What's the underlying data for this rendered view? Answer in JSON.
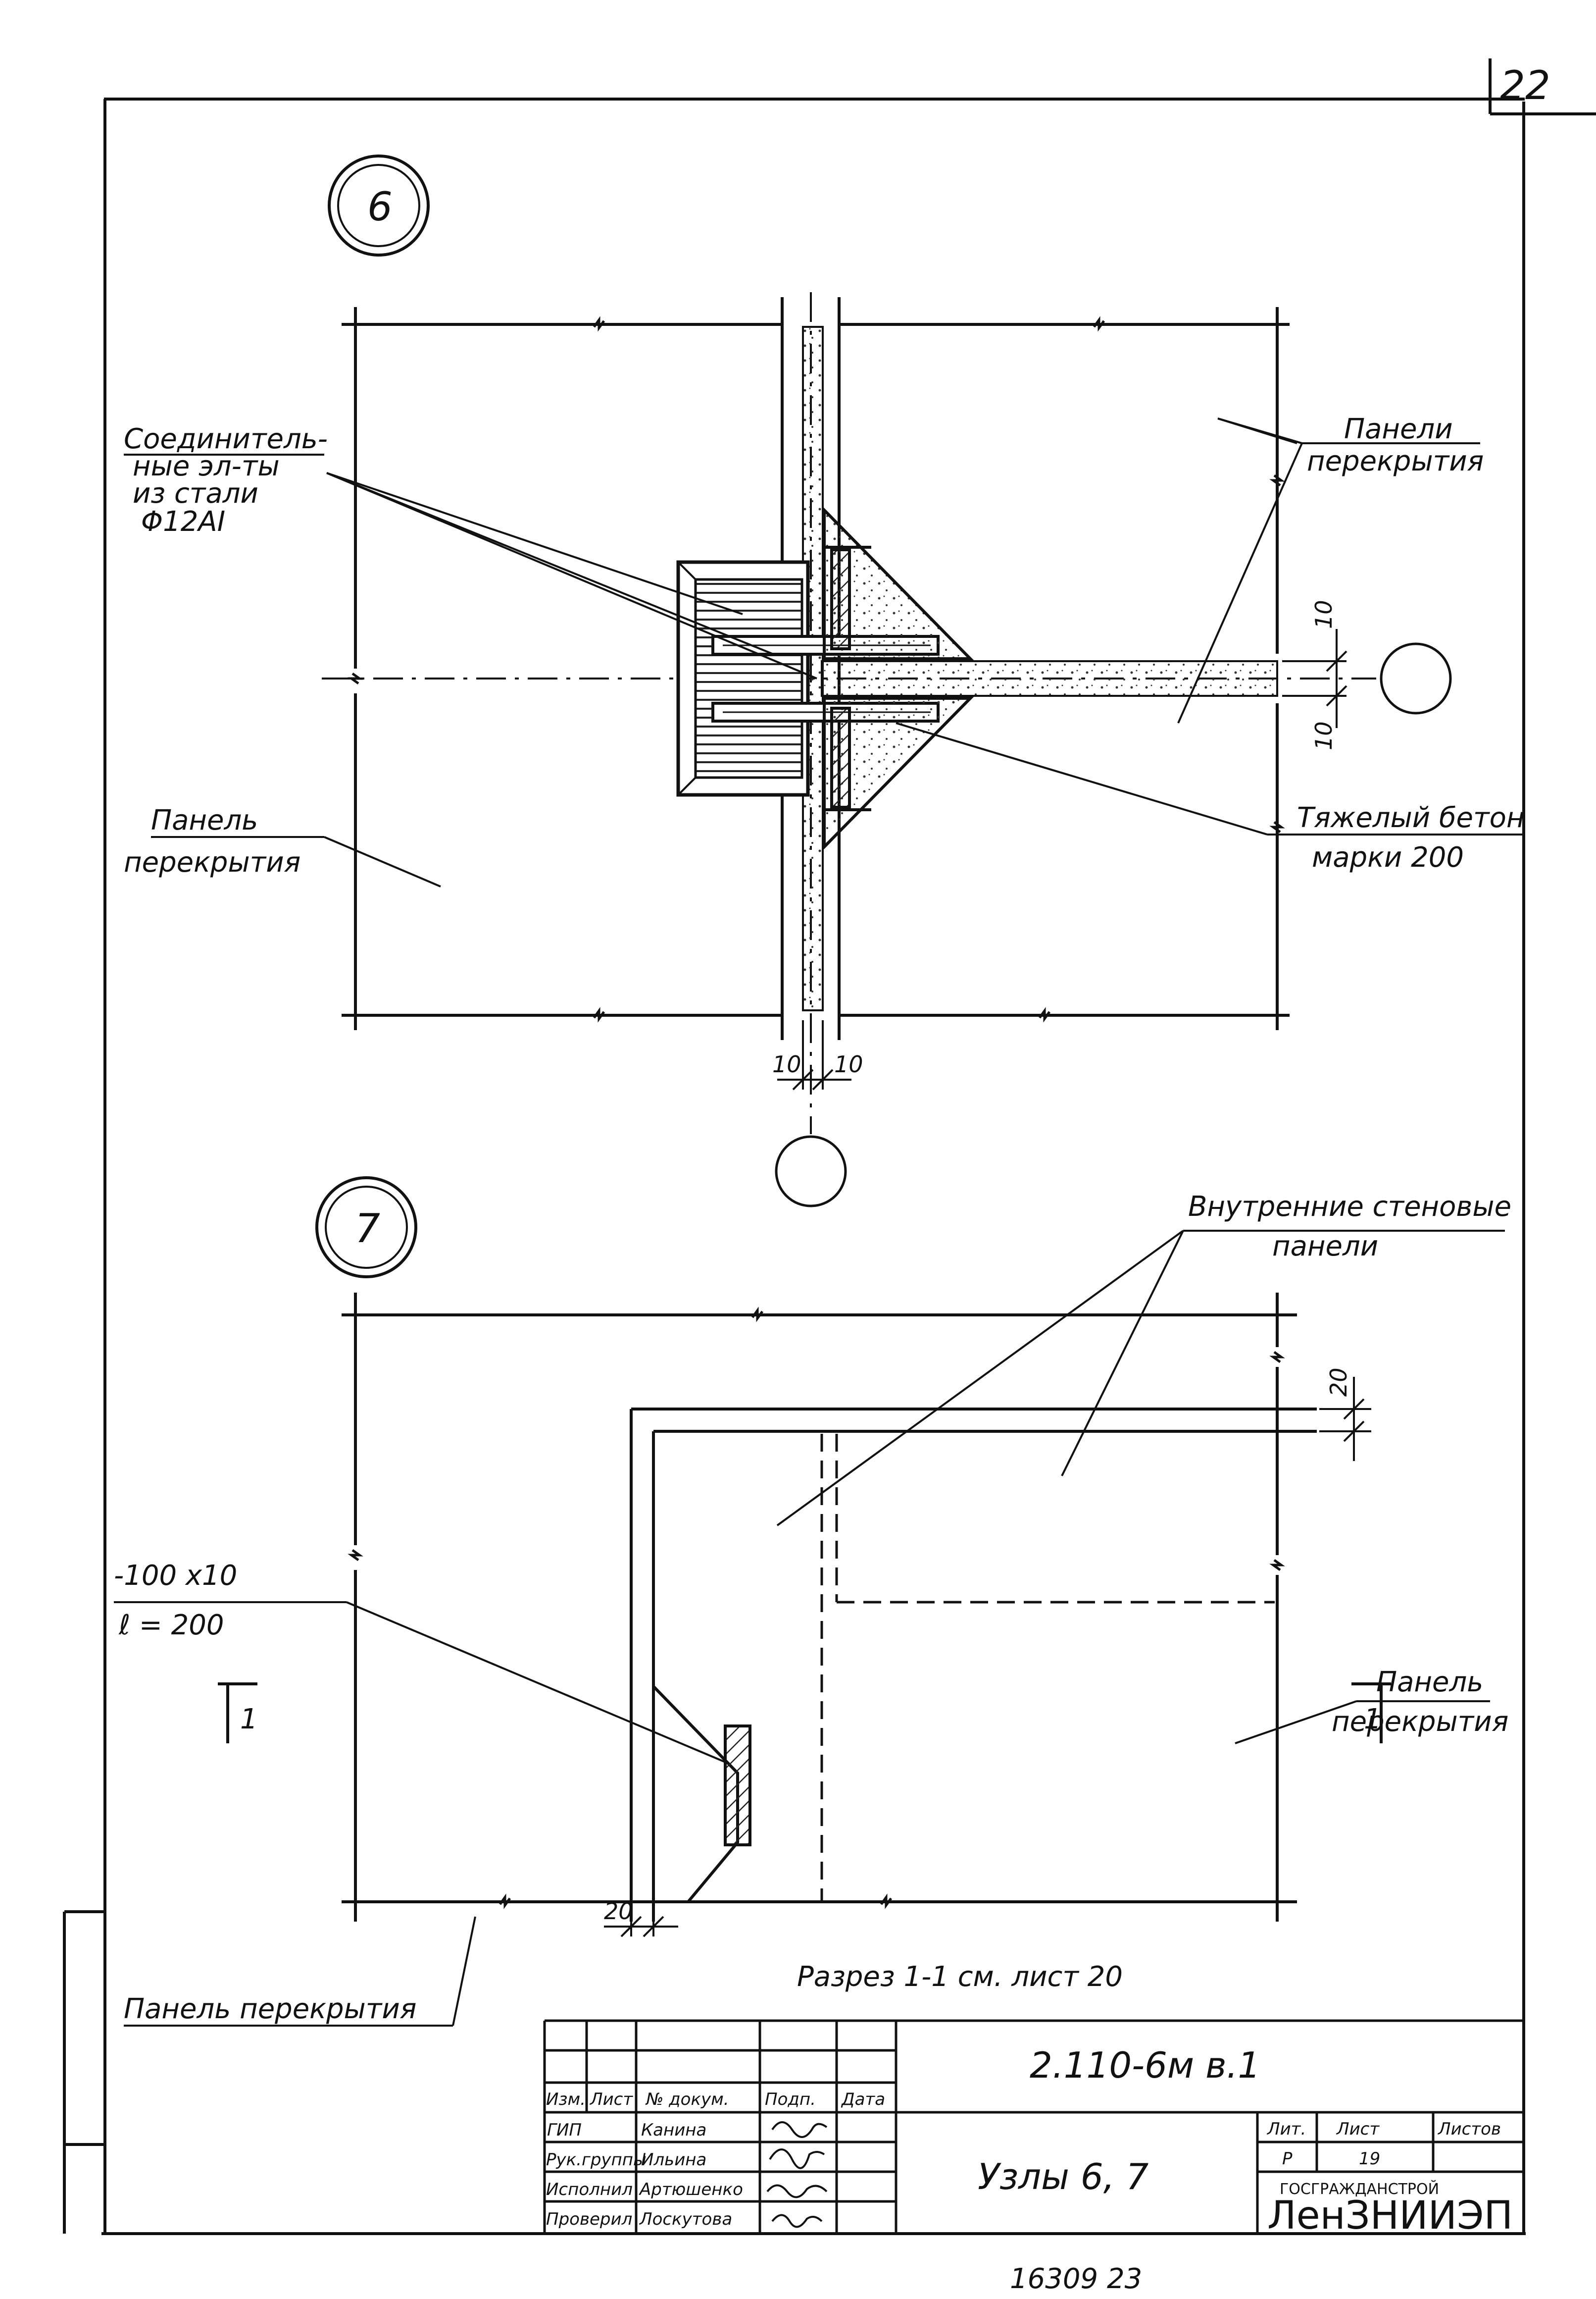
{
  "sheet_number": "22",
  "bottom_number": "16309   23",
  "node6": {
    "number": "6",
    "conn_label": [
      "Соединитель-",
      "ные эл-ты",
      "из стали",
      "Φ12AI"
    ],
    "panels_label": [
      "Панели",
      "перекрытия"
    ],
    "panel_label": [
      "Панель",
      "перекрытия"
    ],
    "concrete_label": [
      "Тяжелый бетон",
      "марки 200"
    ],
    "dim_h1": "10",
    "dim_h2": "10",
    "dim_v1": "10",
    "dim_v2": "10"
  },
  "node7": {
    "number": "7",
    "wall_label": [
      "Внутренние стеновые",
      "панели"
    ],
    "plate_label": [
      "-100 x10",
      "ℓ = 200"
    ],
    "panel_right_label": [
      "Панель",
      "перекрытия"
    ],
    "panel_bottom_label": "Панель перекрытия",
    "dim_top": "20",
    "dim_bottom": "20",
    "section_mark": "1",
    "section_note": "Разрез  1-1   см. лист  20"
  },
  "title_block": {
    "code": "2.110-6м  в.1",
    "title": "Узлы  6, 7",
    "headers": [
      "Изм.",
      "Лист",
      "№ докум.",
      "Подп.",
      "Дата"
    ],
    "rows": [
      {
        "role": "ГИП",
        "name": "Канина"
      },
      {
        "role": "Рук.группы",
        "name": "Ильина"
      },
      {
        "role": "Исполнил",
        "name": "Артюшенко"
      },
      {
        "role": "Проверил",
        "name": "Лоскутова"
      }
    ],
    "lit_header": "Лит.",
    "sheet_header": "Лист",
    "sheets_header": "Листов",
    "lit_value": "Р",
    "sheet_value": "19",
    "org_small": "ГОСГРАЖДАНСТРОЙ",
    "org": "ЛенЗНИИЭП"
  }
}
